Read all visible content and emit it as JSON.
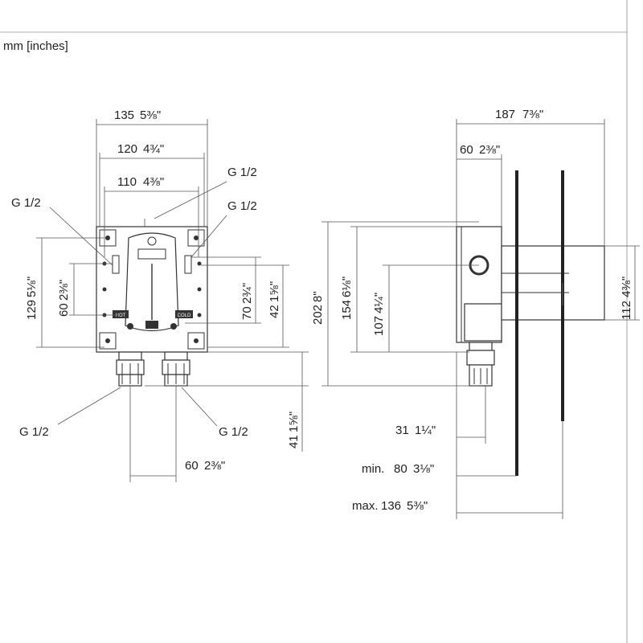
{
  "units": "mm [inches]",
  "front_view": {
    "width_overall": {
      "mm": "135",
      "in": "5⅜\""
    },
    "width_mid": {
      "mm": "120",
      "in": "4¾\""
    },
    "width_inner": {
      "mm": "110",
      "in": "4⅜\""
    },
    "height_left": {
      "mm": "129",
      "in": "5⅛\""
    },
    "height_left_inner": {
      "mm": "60",
      "in": "2⅜\""
    },
    "height_right_70": {
      "mm": "70",
      "in": "2¾\""
    },
    "height_right_42": {
      "mm": "42",
      "in": "1⅝\""
    },
    "bottom_41": {
      "mm": "41",
      "in": "1⅝\""
    },
    "bottom_spacing": {
      "mm": "60",
      "in": "2⅜\""
    },
    "thread_top": "G 1/2",
    "thread_right": "G 1/2",
    "thread_left": "G 1/2",
    "thread_bottom_left": "G 1/2",
    "thread_bottom_right": "G 1/2",
    "label_hot": "HOT",
    "label_cold": "COLD"
  },
  "side_view": {
    "depth_overall": {
      "mm": "187",
      "in": "7⅜\""
    },
    "depth_60": {
      "mm": "60",
      "in": "2⅜\""
    },
    "height_202": {
      "mm": "202",
      "in": "8\""
    },
    "height_154": {
      "mm": "154",
      "in": "6⅛\""
    },
    "height_107": {
      "mm": "107",
      "in": "4¼\""
    },
    "height_112": {
      "mm": "112",
      "in": "4⅜\""
    },
    "depth_31": {
      "mm": "31",
      "in": "1¼\""
    },
    "depth_min": {
      "prefix": "min.",
      "mm": "80",
      "in": "3⅛\""
    },
    "depth_max": {
      "prefix": "max.",
      "mm": "136",
      "in": "5⅜\""
    }
  }
}
